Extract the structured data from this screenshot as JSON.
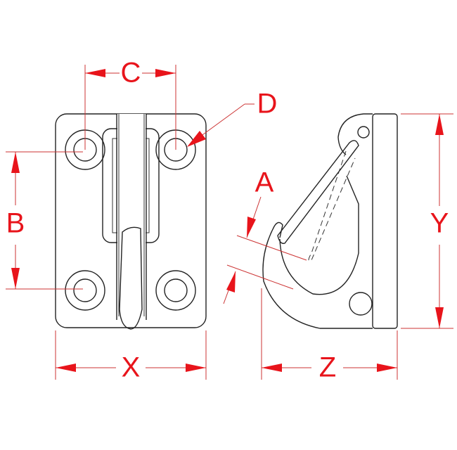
{
  "dimensions": {
    "A": "A",
    "B": "B",
    "C": "C",
    "D": "D",
    "X": "X",
    "Y": "Y",
    "Z": "Z"
  },
  "colors": {
    "dimension": "#e8141b",
    "outline": "#222222"
  }
}
